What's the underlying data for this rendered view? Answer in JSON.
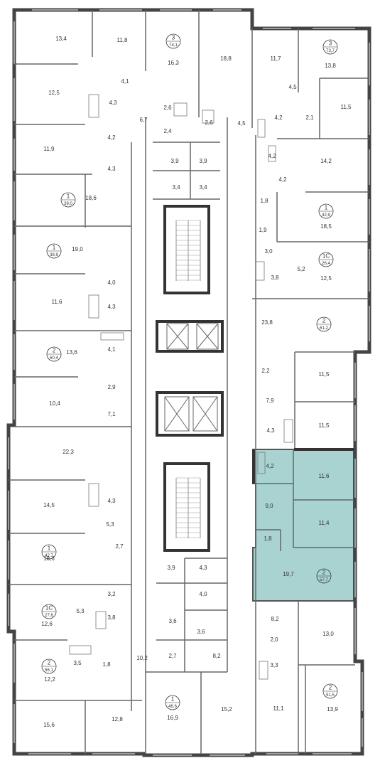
{
  "highlight_color": "#a8d3d0",
  "wall_color": "#444444",
  "window_color": "#9aa0a0",
  "areas": [
    "13,4",
    "11,8",
    "16,3",
    "18,8",
    "11,7",
    "13,8",
    "4,1",
    "4,5",
    "12,5",
    "4,3",
    "2,6",
    "2,6",
    "6,7",
    "4,2",
    "2,1",
    "11,5",
    "4,2",
    "2,4",
    "4,5",
    "11,9",
    "4,3",
    "3,9",
    "3,9",
    "4,2",
    "14,2",
    "3,4",
    "3,4",
    "4,2",
    "18,6",
    "1,8",
    "18,5",
    "19,0",
    "1,9",
    "3,0",
    "5,2",
    "12,5",
    "3,8",
    "4,0",
    "11,6",
    "4,3",
    "23,8",
    "13,6",
    "4,1",
    "11,5",
    "2,2",
    "2,9",
    "10,4",
    "7,9",
    "7,1",
    "11,5",
    "4,3",
    "22,3",
    "4,2",
    "11,6",
    "14,5",
    "9,0",
    "4,3",
    "5,3",
    "11,4",
    "1,8",
    "18,6",
    "2,7",
    "3,9",
    "4,3",
    "19,7",
    "3,2",
    "4,0",
    "5,3",
    "3,8",
    "12,6",
    "3,6",
    "3,6",
    "8,2",
    "13,0",
    "2,0",
    "3,5",
    "1,8",
    "10,2",
    "2,7",
    "8,2",
    "3,3",
    "12,2",
    "11,1",
    "13,9",
    "15,6",
    "12,8",
    "16,9",
    "15,2"
  ],
  "apartments": [
    {
      "rooms": "3",
      "area": "74,1"
    },
    {
      "rooms": "3",
      "area": "73,7"
    },
    {
      "rooms": "1",
      "area": "39,0"
    },
    {
      "rooms": "1",
      "area": "42,9"
    },
    {
      "rooms": "1",
      "area": "38,9"
    },
    {
      "rooms": "1С",
      "area": "26,4"
    },
    {
      "rooms": "2",
      "area": "61,2"
    },
    {
      "rooms": "2",
      "area": "60,4"
    },
    {
      "rooms": "1",
      "area": "42,7"
    },
    {
      "rooms": "2",
      "area": "57,7"
    },
    {
      "rooms": "1С",
      "area": "27,6"
    },
    {
      "rooms": "2",
      "area": "56,1"
    },
    {
      "rooms": "2",
      "area": "51,5"
    },
    {
      "rooms": "1",
      "area": "46,6"
    }
  ]
}
